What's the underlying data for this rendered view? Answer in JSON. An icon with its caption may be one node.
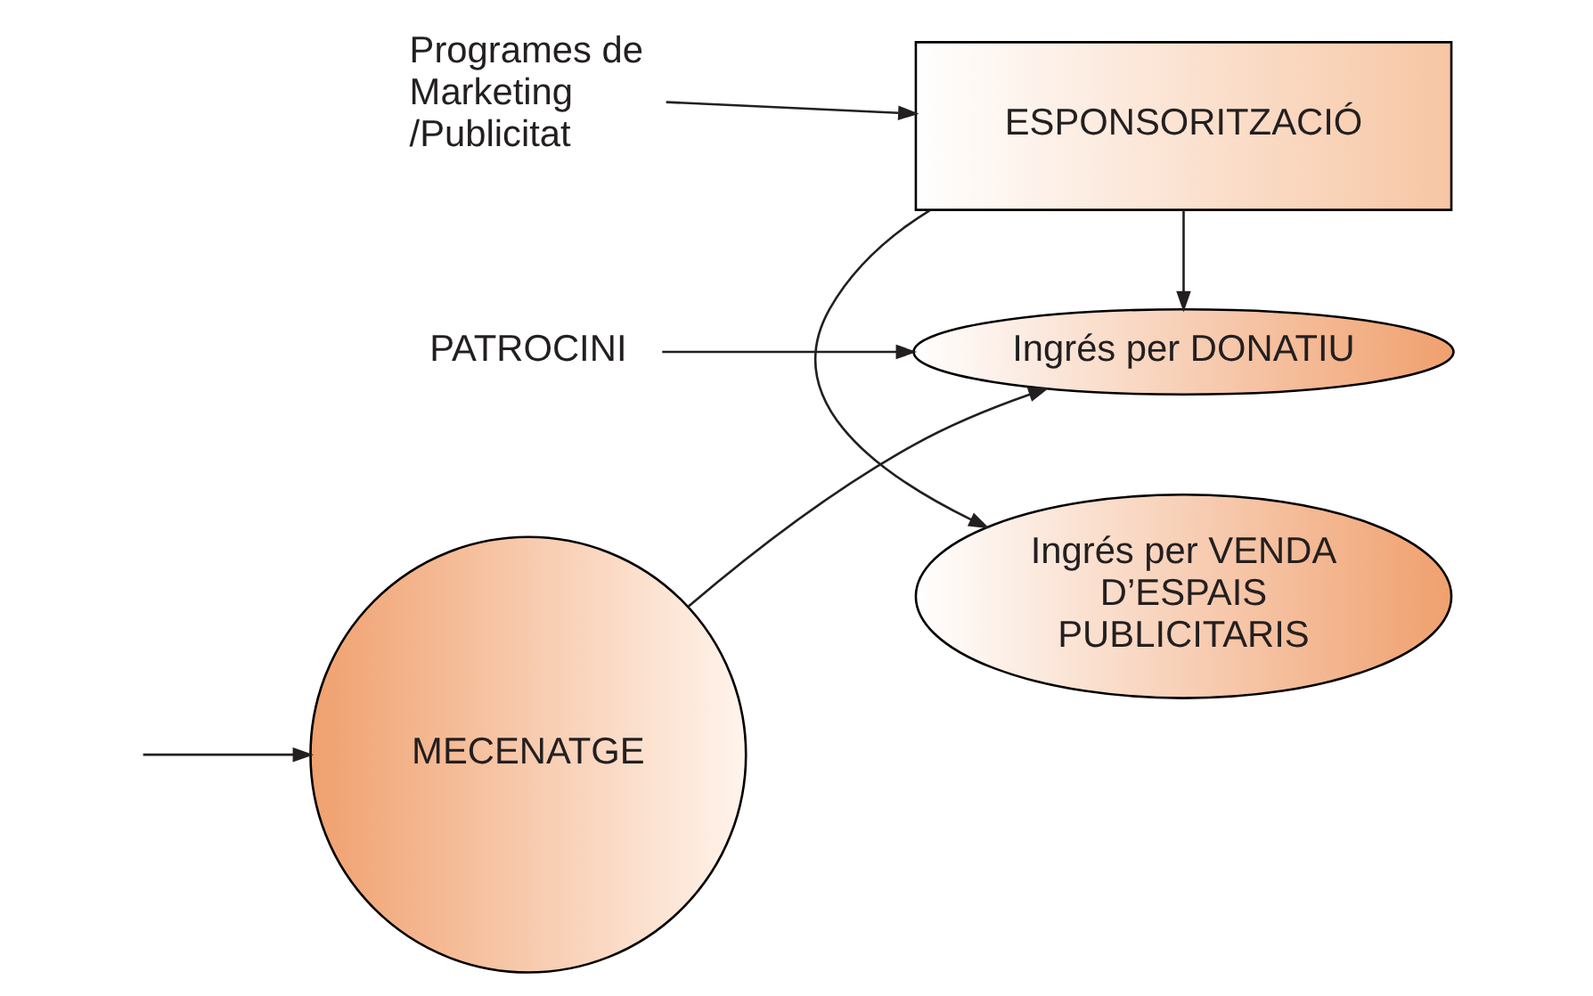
{
  "diagram": {
    "nodes": [
      {
        "text": [
          "MECENATGE"
        ]
      },
      {
        "text": [
          "ESPONSORITZACIÓ"
        ]
      },
      {
        "text": [
          "PATROCINI"
        ]
      },
      {
        "text": [
          "Ingrés per DONATIU"
        ]
      },
      {
        "text": [
          "Ingrés per VENDA D’ESPAIS PUBLICITARIS"
        ]
      },
      {
        "text": [
          "Programes de Marketing /Publicitat"
        ]
      }
    ],
    "edges": [
      {
        "from": null,
        "to": 0,
        "arrow": "to"
      },
      {
        "from": 0,
        "to": 3,
        "arrow": "to"
      },
      {
        "from": 2,
        "to": 3,
        "arrow": "to"
      },
      {
        "from": 1,
        "to": 3,
        "arrow": "to"
      },
      {
        "from": 1,
        "to": 4,
        "arrow": "to"
      },
      {
        "from": 5,
        "to": 1,
        "arrow": "to"
      }
    ]
  }
}
